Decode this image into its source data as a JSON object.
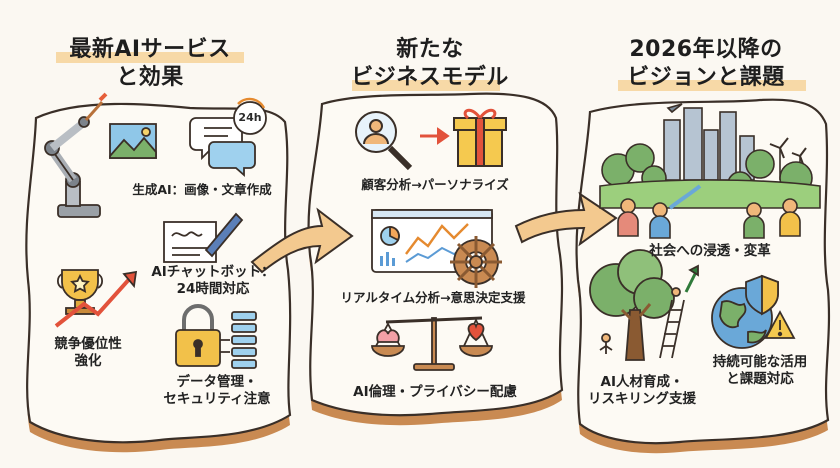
{
  "columns": [
    {
      "title_line1": "最新AIサービス",
      "title_line2": "と効果",
      "items": [
        {
          "label": "生成AI：画像・文章作成",
          "icon": "robot-arm-painting-icon"
        },
        {
          "label_line1": "AIチャットボット：",
          "label_line2": "24時間対応",
          "icon": "chat-document-icon"
        },
        {
          "label_line1": "競争優位性",
          "label_line2": "強化",
          "icon": "trophy-growth-icon"
        },
        {
          "label_line1": "データ管理・",
          "label_line2": "セキュリティ注意",
          "icon": "padlock-data-icon"
        }
      ],
      "badge": "24h"
    },
    {
      "title_line1": "新たな",
      "title_line2": "ビジネスモデル",
      "items": [
        {
          "label": "顧客分析→パーソナライズ",
          "icon": "magnifier-gift-icon"
        },
        {
          "label": "リアルタイム分析→意思決定支援",
          "icon": "dashboard-helm-icon"
        },
        {
          "label": "AI倫理・プライバシー配慮",
          "icon": "balance-scale-icon"
        }
      ]
    },
    {
      "title_line1": "2026年以降の",
      "title_line2": "ビジョンと課題",
      "items": [
        {
          "label": "社会への浸透・変革",
          "icon": "green-city-people-icon"
        },
        {
          "label_line1": "AI人材育成・",
          "label_line2": "リスキリング支援",
          "icon": "tree-ladder-icon"
        },
        {
          "label_line1": "持続可能な活用",
          "label_line2": "と課題対応",
          "icon": "globe-shield-warning-icon"
        }
      ]
    }
  ],
  "colors": {
    "paper": "#fbf8f2",
    "panel": "#fdfaf4",
    "edge": "#c98a52",
    "outline": "#3a2f28",
    "highlight": "#f6cf8e",
    "arrow": "#f3c98f"
  }
}
